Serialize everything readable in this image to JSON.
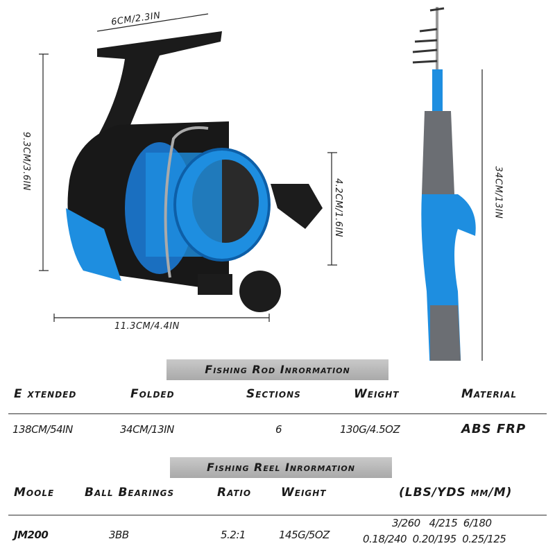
{
  "dimensions": {
    "reel_handle_width": "6CM/2.3IN",
    "reel_height": "9.3CM/3.6IN",
    "reel_spool": "4.2CM/1.6IN",
    "reel_length": "11.3CM/4.4IN",
    "rod_folded": "34CM/13IN"
  },
  "colors": {
    "accent_blue": "#1e8ee0",
    "grip_gray": "#6b6e73",
    "banner_gray": "#b5b5b5"
  },
  "rod_info": {
    "title": "Fishing Rod  Inrormation",
    "headers": [
      "E xtended",
      "Folded",
      "Sections",
      "Weight",
      "Material"
    ],
    "values": [
      "138CM/54IN",
      "34CM/13IN",
      "6",
      "130G/4.5OZ",
      "ABS  FRP"
    ]
  },
  "reel_info": {
    "title": "Fishing Reel  Inrormation",
    "headers": [
      "Moole",
      "Ball Bearings",
      "Ratio",
      "Weight",
      "(LBS/YDS mm/M)"
    ],
    "values": [
      "JM200",
      "3BB",
      "5.2:1",
      "145G/5OZ"
    ],
    "line_capacity_lbs": "3/260   4/215  6/180",
    "line_capacity_mm": "0.18/240  0.20/195  0.25/125"
  }
}
